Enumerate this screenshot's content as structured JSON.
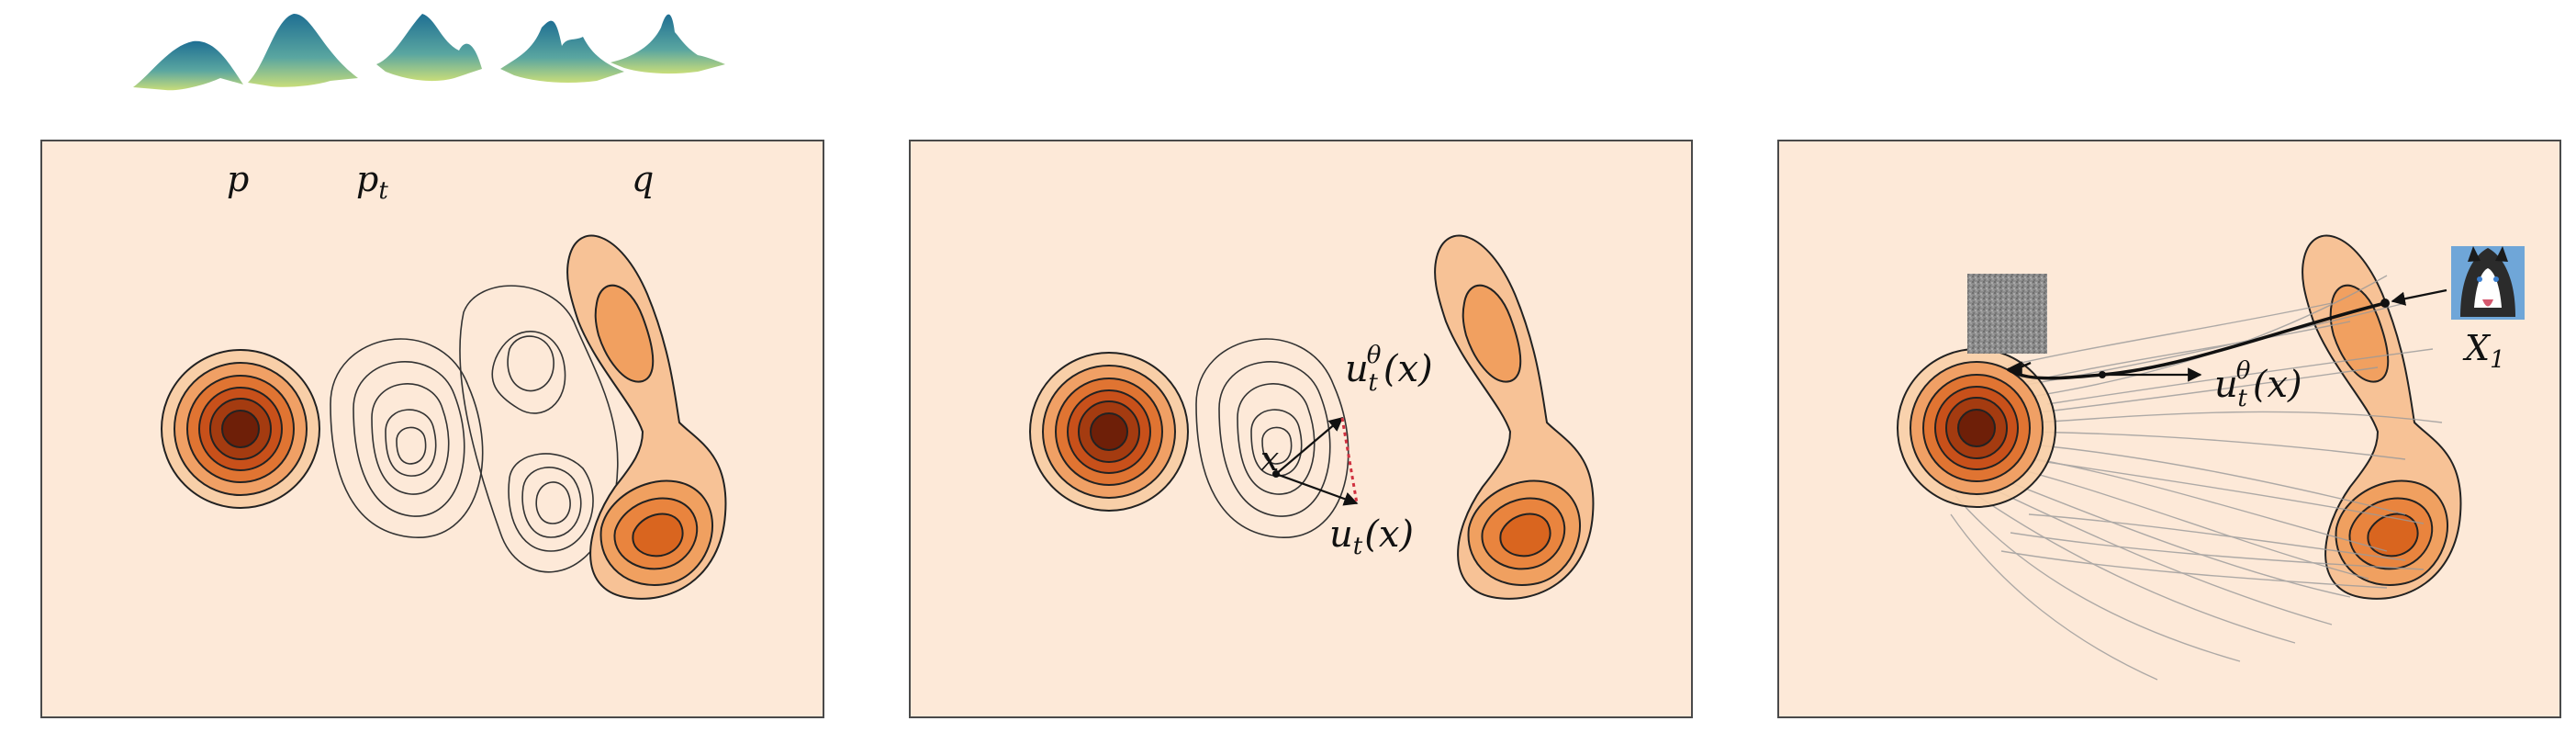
{
  "colors": {
    "panel_bg": "#fde9d8",
    "panel_border": "#4a4a4a",
    "density_dark": "#6e1f08",
    "density_mid": "#d2541a",
    "density_light": "#f6b783",
    "contour_line": "#222222",
    "arrow_error": "#d0303f",
    "trajectory": "#9a9a9a",
    "surface_top": "#1f6f93",
    "surface_bottom": "#b9d56a"
  },
  "panels": [
    {
      "id": "density-path",
      "labels": {
        "source": "p",
        "path_base": "p",
        "path_sub": "t",
        "target": "q"
      }
    },
    {
      "id": "vector-field-regression",
      "labels": {
        "point": "x",
        "model_base": "u",
        "model_sub": "t",
        "model_sup": "θ",
        "model_arg": "(x)",
        "target_base": "u",
        "target_sub": "t",
        "target_arg": "(x)"
      }
    },
    {
      "id": "sampling-trajectories",
      "labels": {
        "model_base": "u",
        "model_sub": "t",
        "model_sup": "θ",
        "model_arg": "(x)",
        "sample_base": "X",
        "sample_sub": "1"
      },
      "icons": [
        "noise-image-icon",
        "dog-photo-icon"
      ]
    }
  ],
  "surfaces": {
    "count": 5
  }
}
